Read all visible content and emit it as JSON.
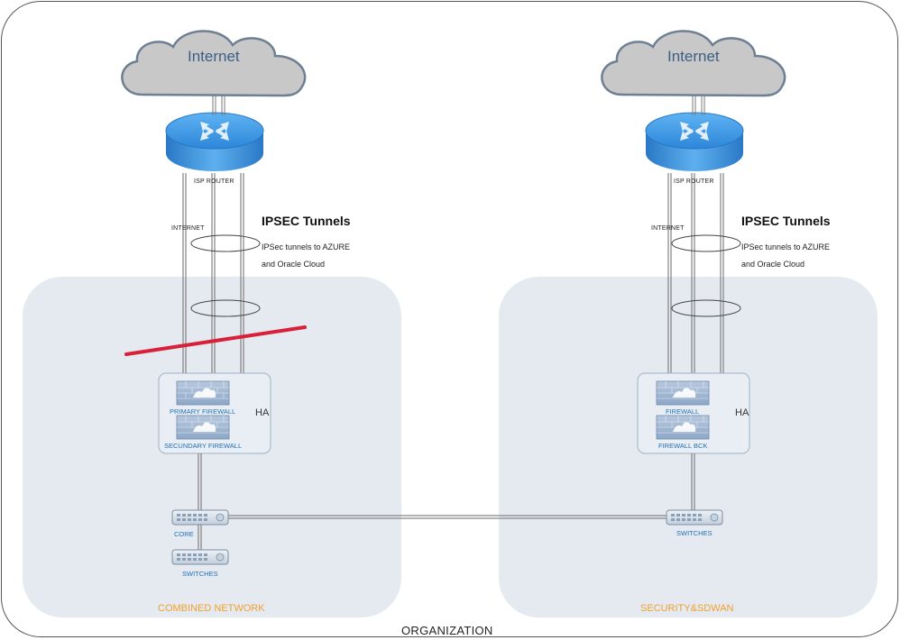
{
  "organization": {
    "label": "ORGANIZATION"
  },
  "left": {
    "zone_label": "COMBINED NETWORK",
    "cloud_label": "Internet",
    "router_label": "ISP ROUTER",
    "link_label": "INTERNET",
    "tunnels_title": "IPSEC Tunnels",
    "tunnels_desc_line1": "IPSec tunnels to AZURE",
    "tunnels_desc_line2": "and Oracle Cloud",
    "fw_primary_label": "PRIMARY FIREWALL",
    "fw_secondary_label": "SECUNDARY FIREWALL",
    "ha_label": "HA",
    "core_label": "CORE",
    "switches_label": "SWITCHES"
  },
  "right": {
    "zone_label": "SECURITY&SDWAN",
    "cloud_label": "Internet",
    "router_label": "ISP ROUTER",
    "link_label": "INTERNET",
    "tunnels_title": "IPSEC Tunnels",
    "tunnels_desc_line1": "IPSec tunnels to AZURE",
    "tunnels_desc_line2": "and Oracle Cloud",
    "fw_primary_label": "FIREWALL",
    "fw_secondary_label": "FIREWALL BCK",
    "ha_label": "HA",
    "switches_label": "SWITCHES"
  },
  "colors": {
    "zone_fill": "#e5eaf0",
    "cloud_fill": "#c8c8c8",
    "router_fill": "#2f8ee0",
    "strike": "#d8203a",
    "zone_label": "#f0a030",
    "device_label": "#1e6fb8"
  }
}
